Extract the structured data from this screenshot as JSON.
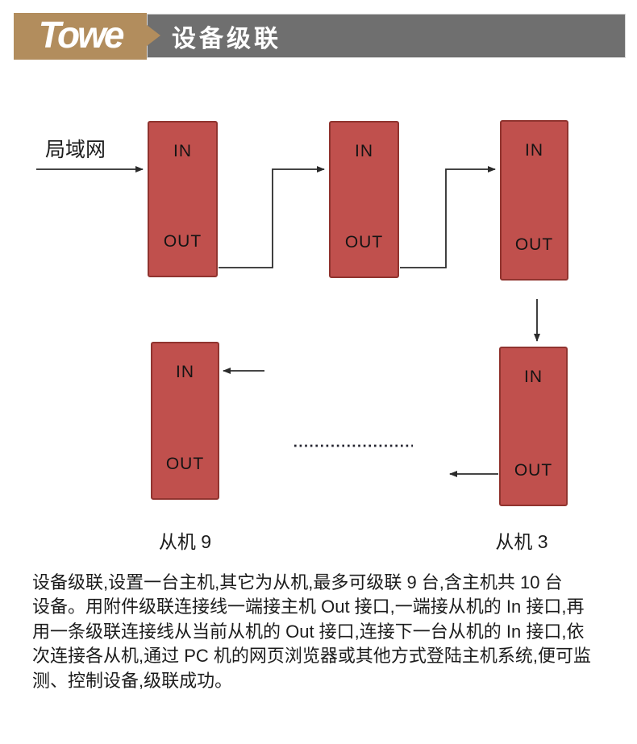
{
  "header": {
    "logo_text": "Towe",
    "title": "设备级联",
    "logo_bg_color": "#b28d5d",
    "bar_bg_color": "#6f6f6f"
  },
  "diagram": {
    "lan_label": "局域网",
    "port_in": "IN",
    "port_out": "OUT",
    "slave9_label": "从机 9",
    "slave3_label": "从机 3",
    "box_fill_color": "#c0504d",
    "box_border_color": "#90342f",
    "line_color": "#2b2b2b"
  },
  "main": {
    "paragraph_lines": [
      "设备级联,设置一台主机,其它为从机,最多可级联 9 台,含主机共 10 台",
      "设备。用附件级联连接线一端接主机 Out 接口,一端接从机的 In 接口,再",
      "用一条级联连接线从当前从机的 Out 接口,连接下一台从机的 In 接口,依",
      "次连接各从机,通过 PC 机的网页浏览器或其他方式登陆主机系统,便可监",
      "测、控制设备,级联成功。"
    ]
  }
}
